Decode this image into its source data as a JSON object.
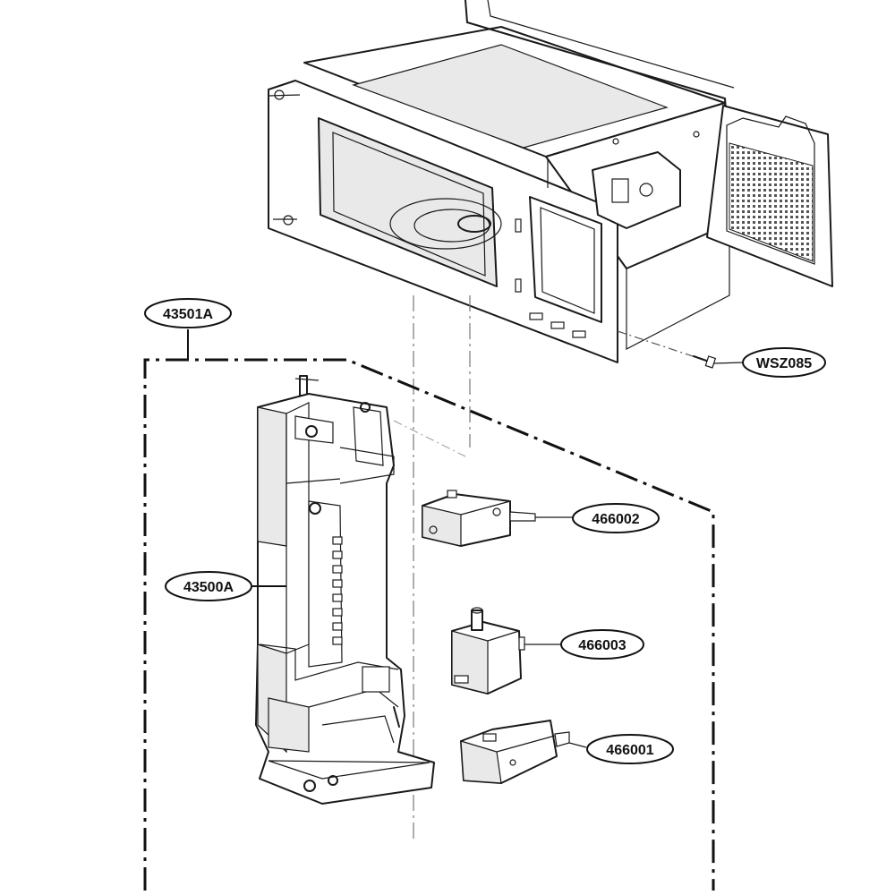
{
  "callouts": {
    "assembly": "43501A",
    "latch_board": "43500A",
    "switch_top": "466002",
    "switch_middle": "466003",
    "switch_bottom": "466001",
    "screw": "WSZ085"
  }
}
